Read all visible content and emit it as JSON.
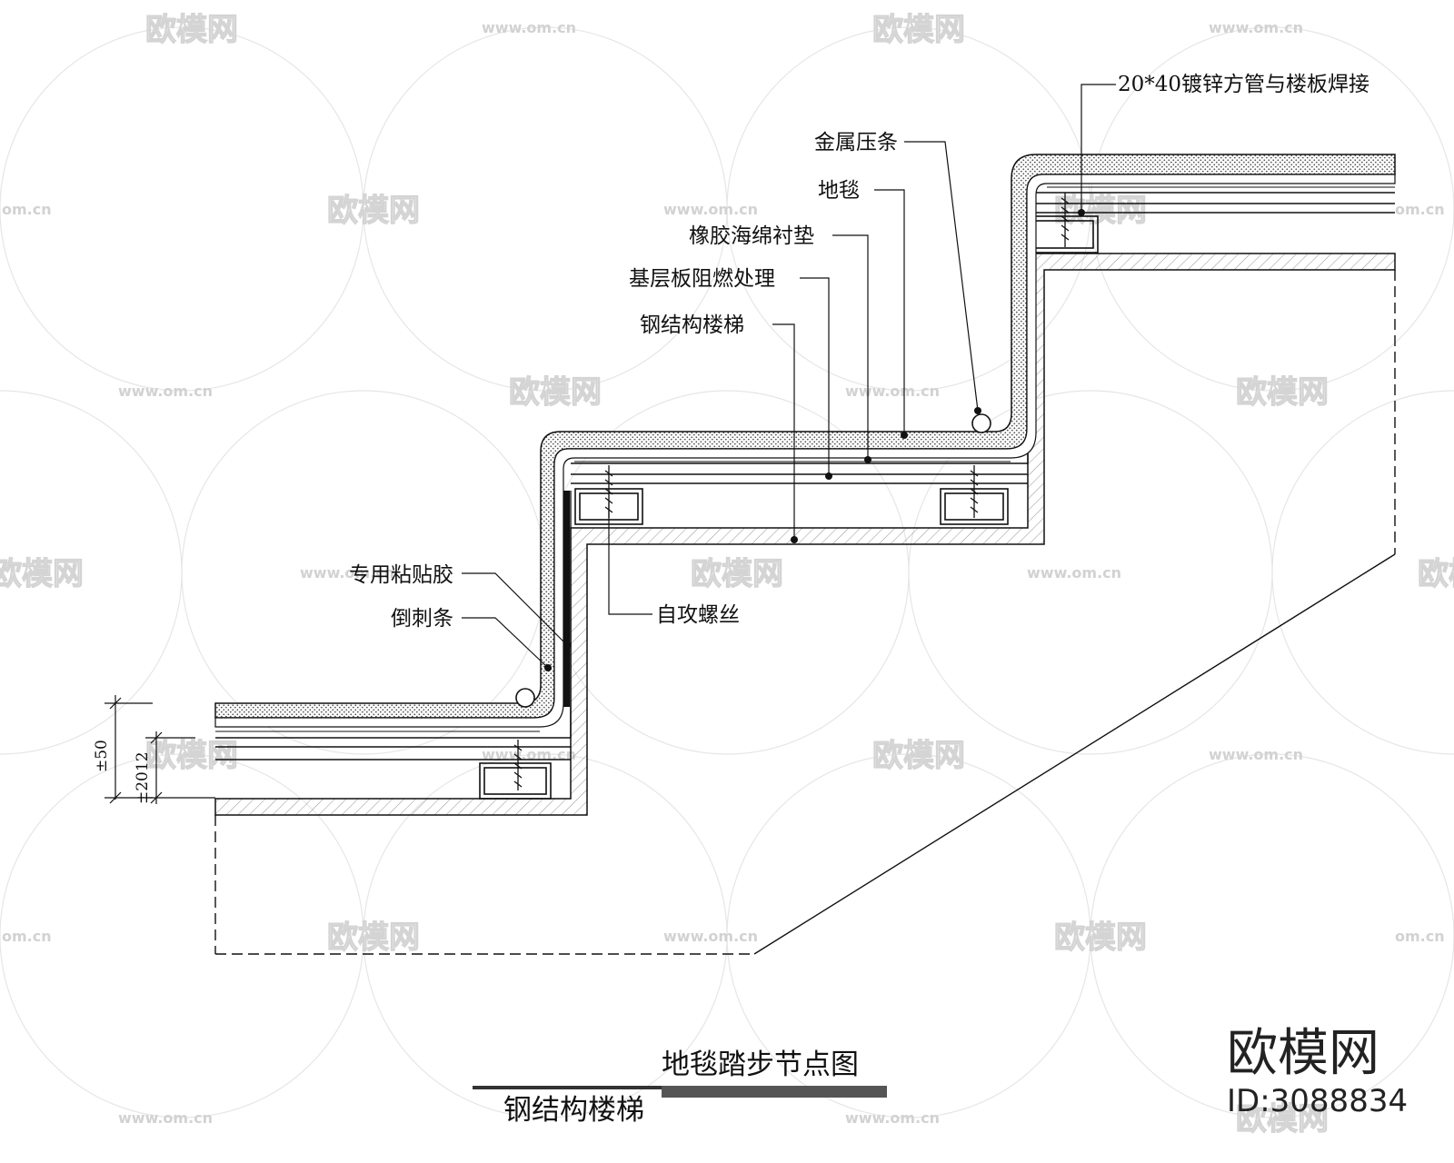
{
  "title": "地毯踏步节点图",
  "subtitle": "钢结构楼梯",
  "labels": {
    "tube_weld": "20*40镀锌方管与楼板焊接",
    "metal_strip": "金属压条",
    "carpet": "地毯",
    "rubber_pad": "橡胶海绵衬垫",
    "base_board": "基层板阻燃处理",
    "steel_stair": "钢结构楼梯",
    "adhesive": "专用粘贴胶",
    "barb_strip": "倒刺条",
    "tapping_screw": "自攻螺丝"
  },
  "dimensions": {
    "d1": "±50",
    "d2": "±2012"
  },
  "watermark": {
    "brand": "欧模网",
    "id": "ID:3088834",
    "url": "www.om.cn",
    "url_short": "om.cn"
  },
  "colors": {
    "line": "#111111",
    "watermark": "#d4d4d4",
    "bar": "#555555"
  }
}
